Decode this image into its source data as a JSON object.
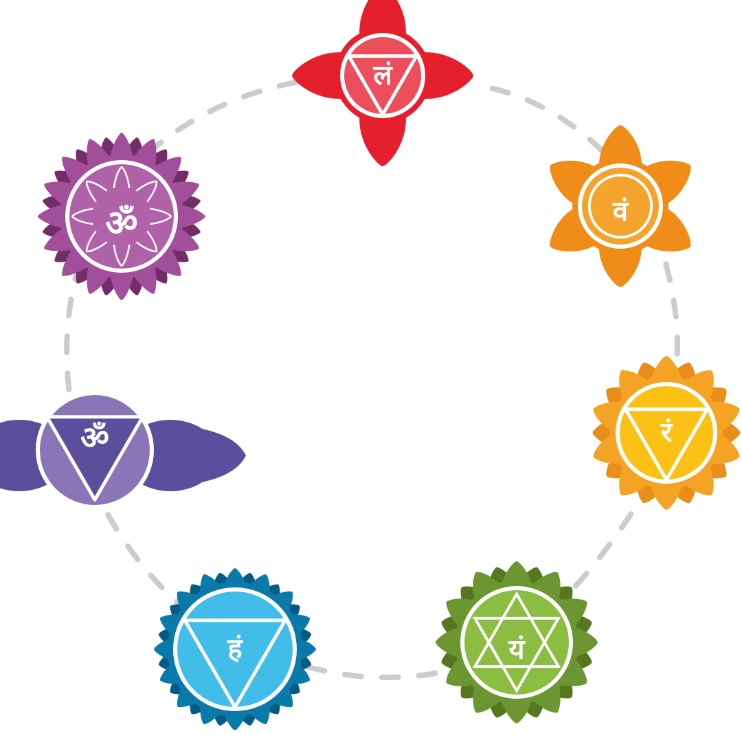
{
  "diagram": {
    "background": "#ffffff",
    "connector_color": "#cccccc",
    "chakras": [
      {
        "bija": "लं",
        "icon": "root-chakra-icon",
        "petal_count": 4,
        "emblem": "down-triangle",
        "petal": "#e61f2c",
        "inner": "#ec4e5c",
        "dark": "#e61f2c"
      },
      {
        "bija": "वं",
        "icon": "sacral-chakra-icon",
        "petal_count": 6,
        "emblem": "plain",
        "petal": "#f08c18",
        "inner": "#f4a42d",
        "dark": "#f08c18"
      },
      {
        "bija": "रं",
        "icon": "solar-plexus-chakra-icon",
        "petal_count": 10,
        "emblem": "down-triangle",
        "petal": "#f5a324",
        "inner": "#fbc114",
        "dark": "#e98e1a"
      },
      {
        "bija": "यं",
        "icon": "heart-chakra-icon",
        "petal_count": 12,
        "emblem": "hexagram",
        "petal": "#6b9632",
        "inner": "#8bbd41",
        "dark": "#55781f"
      },
      {
        "bija": "हं",
        "icon": "throat-chakra-icon",
        "petal_count": 16,
        "emblem": "down-triangle",
        "petal": "#0a7aab",
        "inner": "#42bde9",
        "dark": "#065b85"
      },
      {
        "bija": "ॐ",
        "icon": "third-eye-chakra-icon",
        "petal_count": 2,
        "emblem": "down-triangle",
        "petal": "#5b4e9c",
        "inner": "#8a76b6",
        "dark": "#4f438c"
      },
      {
        "bija": "ॐ",
        "icon": "crown-chakra-icon",
        "petal_count": 16,
        "emblem": "lotus",
        "petal": "#a24f9b",
        "inner": "#b062a8",
        "dark": "#732d68"
      }
    ]
  }
}
